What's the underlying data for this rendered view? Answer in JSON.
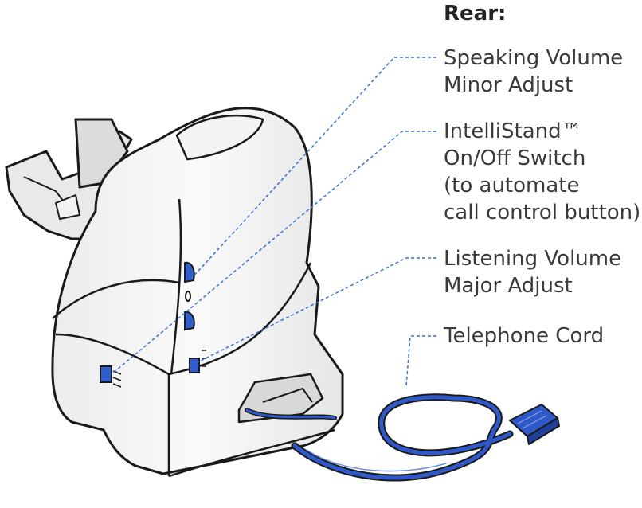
{
  "heading": "Rear:",
  "callouts": {
    "speaking": {
      "lines": [
        "Speaking Volume",
        "Minor Adjust"
      ]
    },
    "intellistand": {
      "lines": [
        "IntelliStand™",
        "On/Off Switch",
        "(to automate",
        "call control button)"
      ]
    },
    "listening": {
      "lines": [
        "Listening Volume",
        "Major Adjust"
      ]
    },
    "cord": {
      "lines": [
        "Telephone Cord"
      ]
    }
  },
  "colors": {
    "leader": "#3b6fd0",
    "cord": "#2f58c8",
    "controls": "#2f5fcf",
    "outline": "#1a1a1a",
    "body_light": "#f6f6f6",
    "body_shade": "#e2e2e2"
  }
}
